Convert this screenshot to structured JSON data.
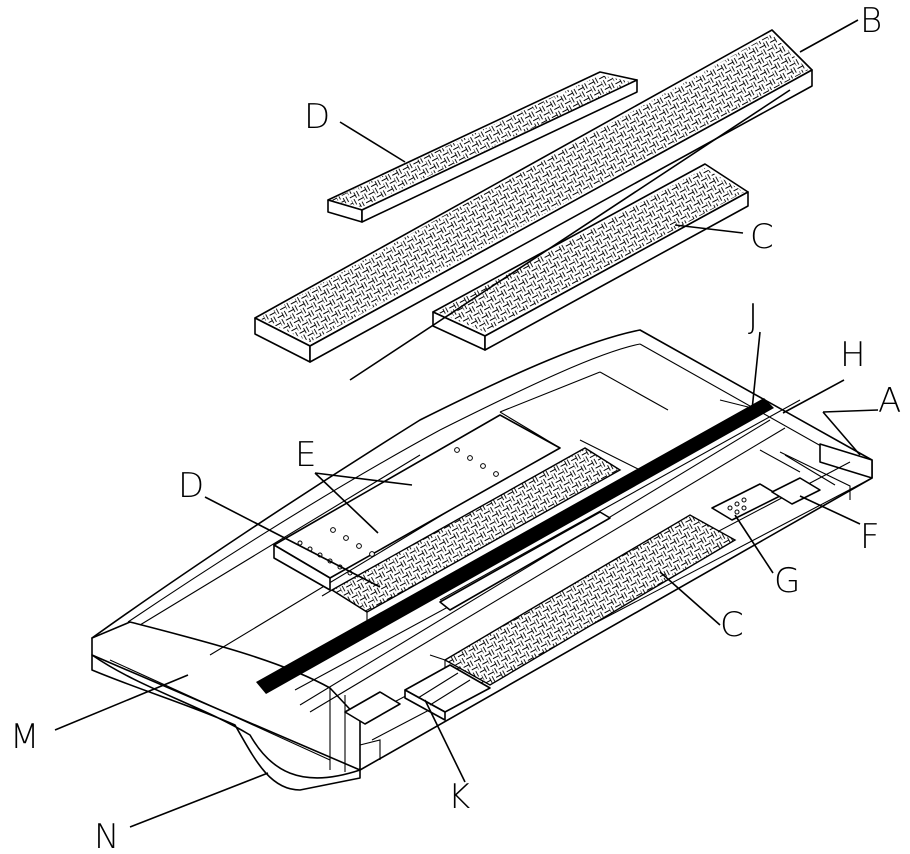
{
  "labels": {
    "A": "A",
    "B": "B",
    "C_upper": "C",
    "C_lower": "C",
    "D_upper": "D",
    "D_lower": "D",
    "E": "E",
    "F": "F",
    "G": "G",
    "H": "H",
    "J": "J",
    "K": "K",
    "M": "M",
    "N": "N"
  },
  "colors": {
    "line": "#000000",
    "background": "#ffffff",
    "strip": "#000000"
  }
}
